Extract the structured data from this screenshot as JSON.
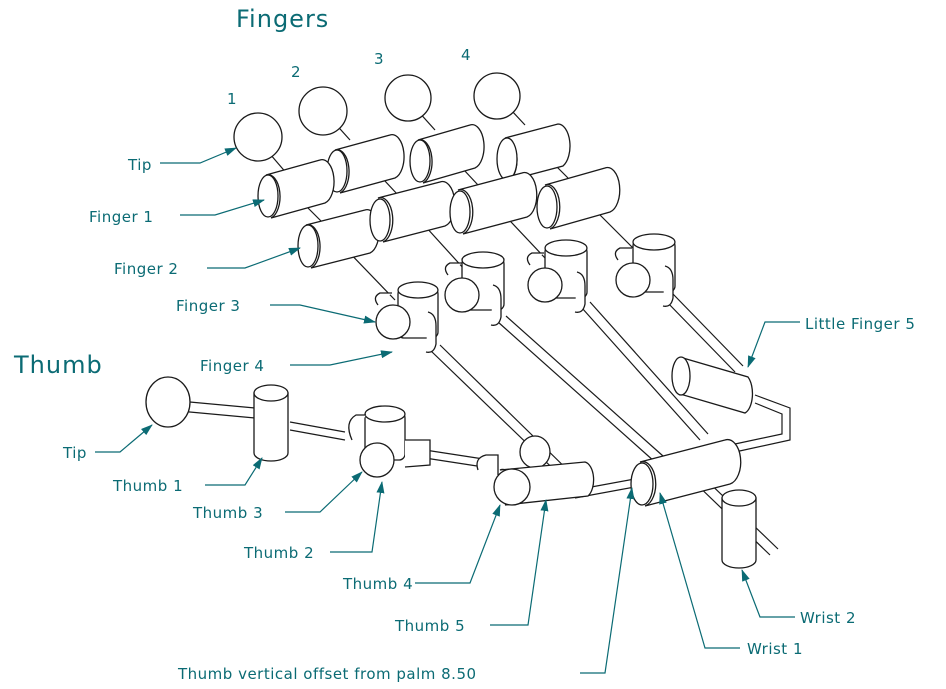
{
  "headings": {
    "fingers": "Fingers",
    "thumb": "Thumb"
  },
  "finger_numbers": [
    "1",
    "2",
    "3",
    "4"
  ],
  "labels": {
    "finger_tip": "Tip",
    "finger_1": "Finger 1",
    "finger_2": "Finger 2",
    "finger_3": "Finger 3",
    "finger_4": "Finger 4",
    "little_finger_5": "Little Finger 5",
    "thumb_tip": "Tip",
    "thumb_1": "Thumb 1",
    "thumb_2": "Thumb 2",
    "thumb_3": "Thumb 3",
    "thumb_4": "Thumb 4",
    "thumb_5": "Thumb 5",
    "wrist_1": "Wrist 1",
    "wrist_2": "Wrist 2",
    "thumb_offset": "Thumb vertical offset from palm 8.50"
  },
  "colors": {
    "label": "#0b6b74",
    "line": "#1a1a1a"
  }
}
